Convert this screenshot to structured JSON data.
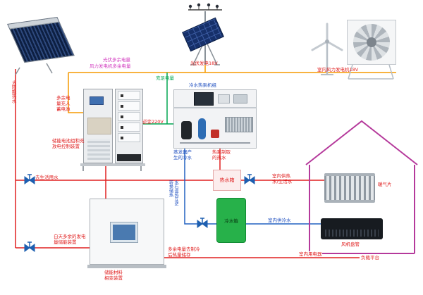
{
  "labels": {
    "solar_hot_water": "太阳能热水",
    "pv_generation": "光伏发电18V",
    "wind_generation": "室内风力发电机18V",
    "pv_excess": "光伏多余电量",
    "wind_excess": "风力发电机多余电量",
    "sufficient_power": "充足电量",
    "charge_to_battery": "多余电量充入蓄电池",
    "battery_cabinet": "储能电池组和充放电控制装置",
    "inverter_220v": "逆变220V",
    "heat_pump_unit": "冷水热泵机组",
    "evaporator_chilled": "蒸发器产生的冷水",
    "heat_pump_hot": "热泵制取的热水",
    "hot_water_tank": "热水箱",
    "cold_water_tank": "冷水箱",
    "to_domestic_water": "去生活用水",
    "indoor_hot_supply": "室内供热水/生活水",
    "indoor_cold_supply": "室内供冷水",
    "indoor_appliances": "室内用电器",
    "radiator": "暖气片",
    "fan_coil": "风机盘管",
    "load_platform": "负载平台",
    "daytime_excess_storage": "白天多余的发电量储能装置",
    "phase_change_device": "储能材料相变装置",
    "water_stone_storage": "水石温热互逆转换储热",
    "excess_heat_storage": "多余电量去制冷后热量储存"
  },
  "colors": {
    "electric_orange": "#f59a00",
    "power_green": "#00a650",
    "hot_water_red": "#e02020",
    "cold_water_blue": "#2060c0",
    "house_magenta": "#b5399b",
    "label_magenta": "#d23bbf",
    "tank_green": "#27b14a",
    "valve_blue": "#1d5fb0"
  }
}
